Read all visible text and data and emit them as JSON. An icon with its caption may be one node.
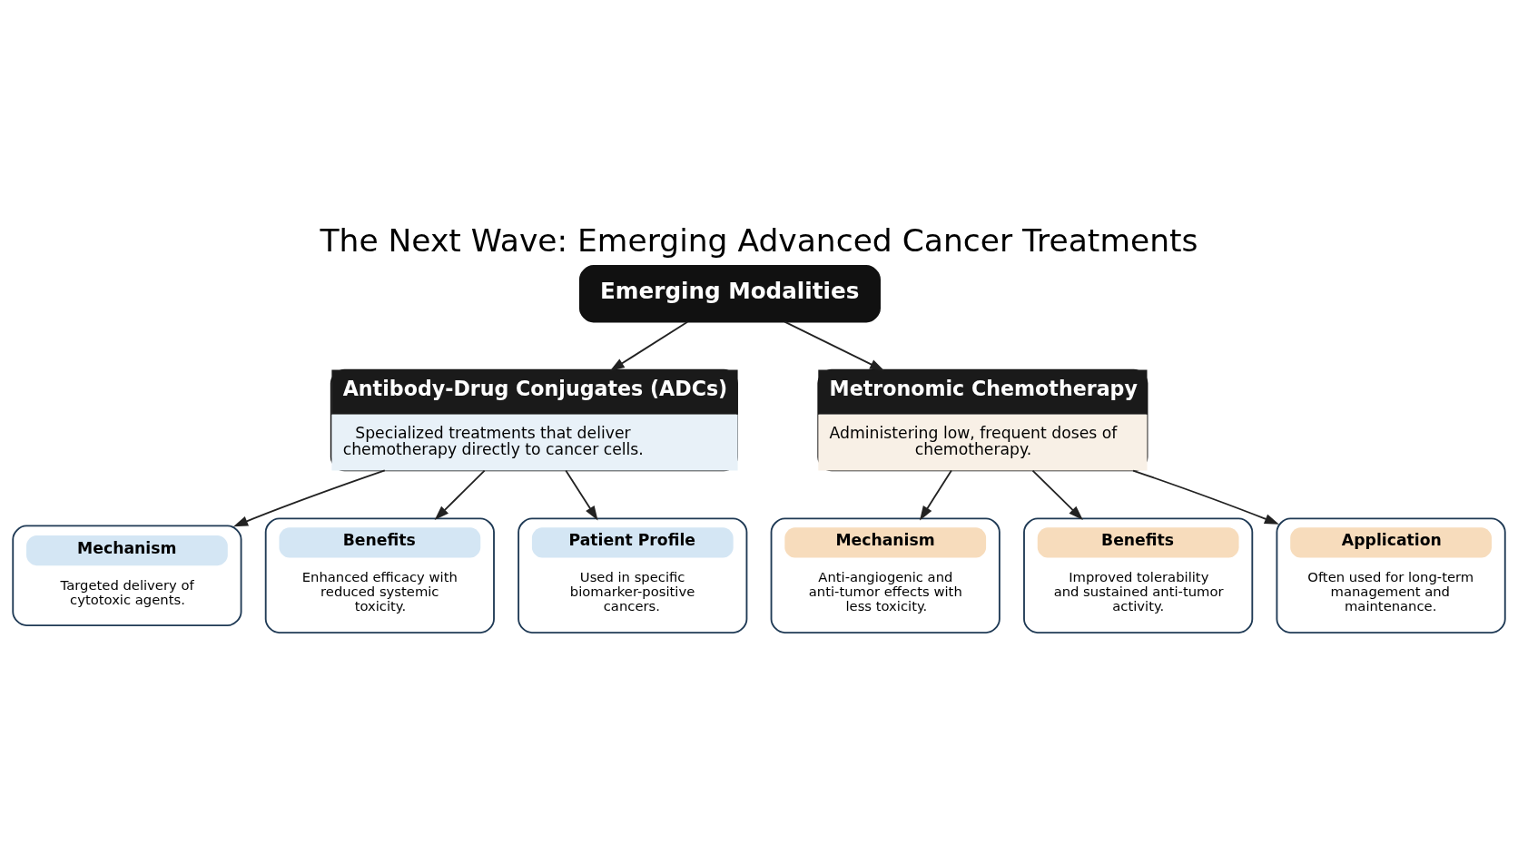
{
  "diagram": {
    "title": "The Next Wave: Emerging Advanced Cancer Treatments",
    "nodes": [
      {
        "text": [
          "Emerging Modalities"
        ]
      },
      {
        "text": [
          "Antibody-Drug Conjugates (ADCs)",
          "Specialized treatments that deliver chemotherapy directly to cancer cells."
        ]
      },
      {
        "text": [
          "Metronomic Chemotherapy",
          "Administering low, frequent doses of chemotherapy."
        ]
      },
      {
        "text": [
          "Mechanism",
          "Targeted delivery of cytotoxic agents."
        ]
      },
      {
        "text": [
          "Benefits",
          "Enhanced efficacy with reduced systemic toxicity."
        ]
      },
      {
        "text": [
          "Patient Profile",
          "Used in specific biomarker-positive cancers."
        ]
      },
      {
        "text": [
          "Mechanism",
          "Anti-angiogenic and anti-tumor effects with less toxicity."
        ]
      },
      {
        "text": [
          "Benefits",
          "Improved tolerability and sustained anti-tumor activity."
        ]
      },
      {
        "text": [
          "Application",
          "Often used for long-term management and maintenance."
        ]
      }
    ],
    "edges": [
      {
        "from": 0,
        "to": 1,
        "arrow": "to"
      },
      {
        "from": 0,
        "to": 2,
        "arrow": "to"
      },
      {
        "from": 1,
        "to": 3,
        "arrow": "to"
      },
      {
        "from": 1,
        "to": 4,
        "arrow": "to"
      },
      {
        "from": 1,
        "to": 5,
        "arrow": "to"
      },
      {
        "from": 2,
        "to": 6,
        "arrow": "to"
      },
      {
        "from": 2,
        "to": 7,
        "arrow": "to"
      },
      {
        "from": 2,
        "to": 8,
        "arrow": "to"
      }
    ]
  }
}
